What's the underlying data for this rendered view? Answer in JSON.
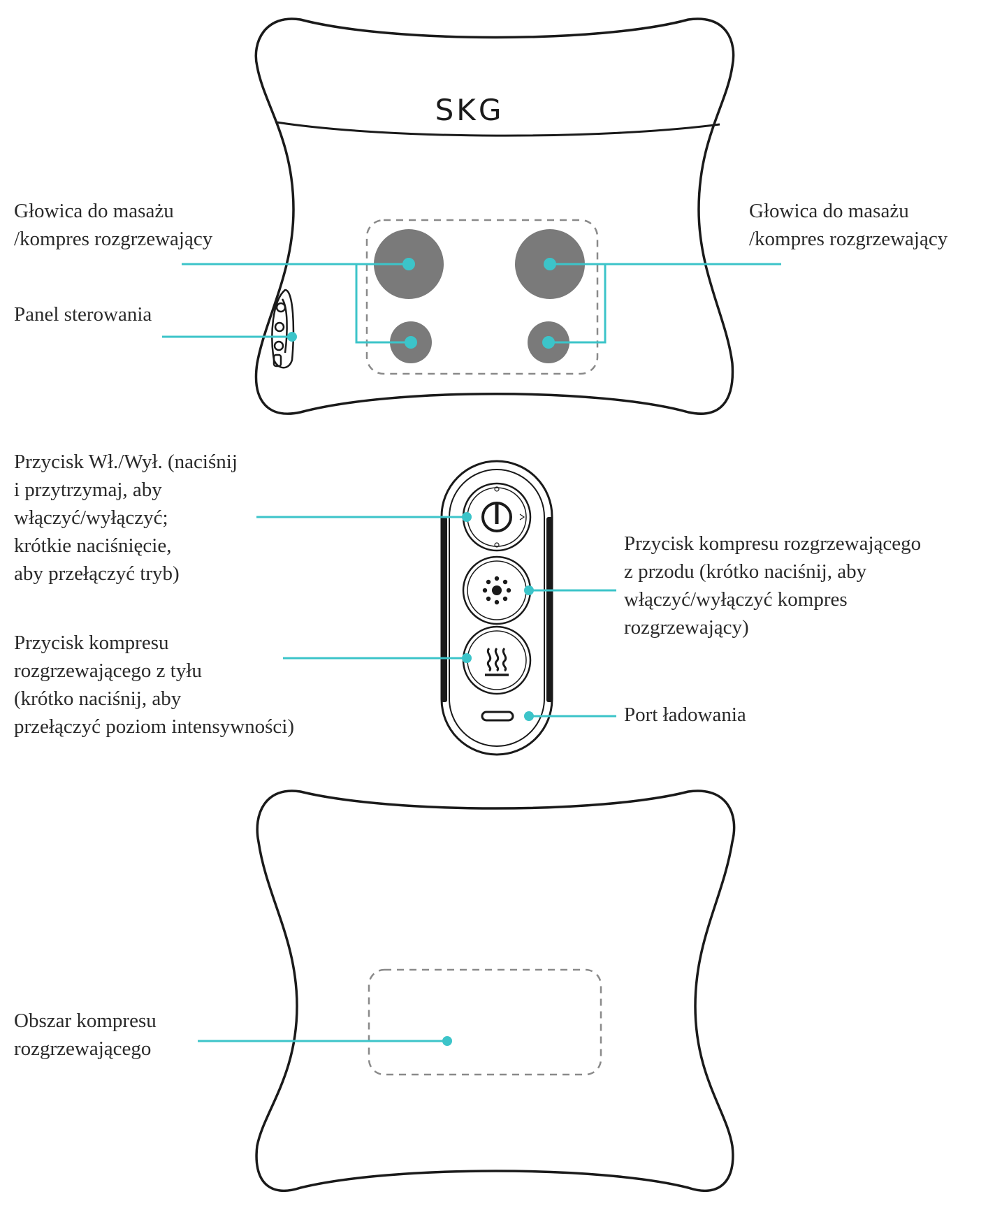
{
  "brand": {
    "logo_text": "SKG"
  },
  "front_view": {
    "massage_head_left": {
      "lines": [
        "Głowica do masażu",
        "/kompres rozgrzewający"
      ]
    },
    "massage_head_right": {
      "lines": [
        "Głowica do masażu",
        "/kompres rozgrzewający"
      ]
    },
    "control_panel": {
      "lines": [
        "Panel sterowania"
      ]
    }
  },
  "control_panel_detail": {
    "power_button": {
      "lines": [
        "Przycisk Wł./Wył. (naciśnij",
        "i przytrzymaj, aby",
        "włączyć/wyłączyć;",
        "krótkie naciśnięcie,",
        "aby przełączyć tryb)"
      ]
    },
    "front_heat_button": {
      "lines": [
        "Przycisk kompresu rozgrzewającego",
        "z przodu (krótko naciśnij, aby",
        "włączyć/wyłączyć kompres",
        "rozgrzewający)"
      ]
    },
    "back_heat_button": {
      "lines": [
        "Przycisk kompresu",
        "rozgrzewającego z tyłu",
        "(krótko naciśnij, aby",
        "przełączyć poziom intensywności)"
      ]
    },
    "charging_port": {
      "lines": [
        "Port ładowania"
      ]
    }
  },
  "back_view": {
    "heat_area": {
      "lines": [
        "Obszar kompresu",
        "rozgrzewającego"
      ]
    }
  },
  "colors": {
    "leader": "#3cc4c9",
    "outline": "#1a1a1a",
    "head_fill": "#7a7a7a",
    "dashed": "#8a8a8a"
  },
  "icons": {
    "power": "power-icon",
    "front_heat": "sun-icon",
    "back_heat": "heat-waves-icon",
    "port": "usb-c-port-icon"
  }
}
